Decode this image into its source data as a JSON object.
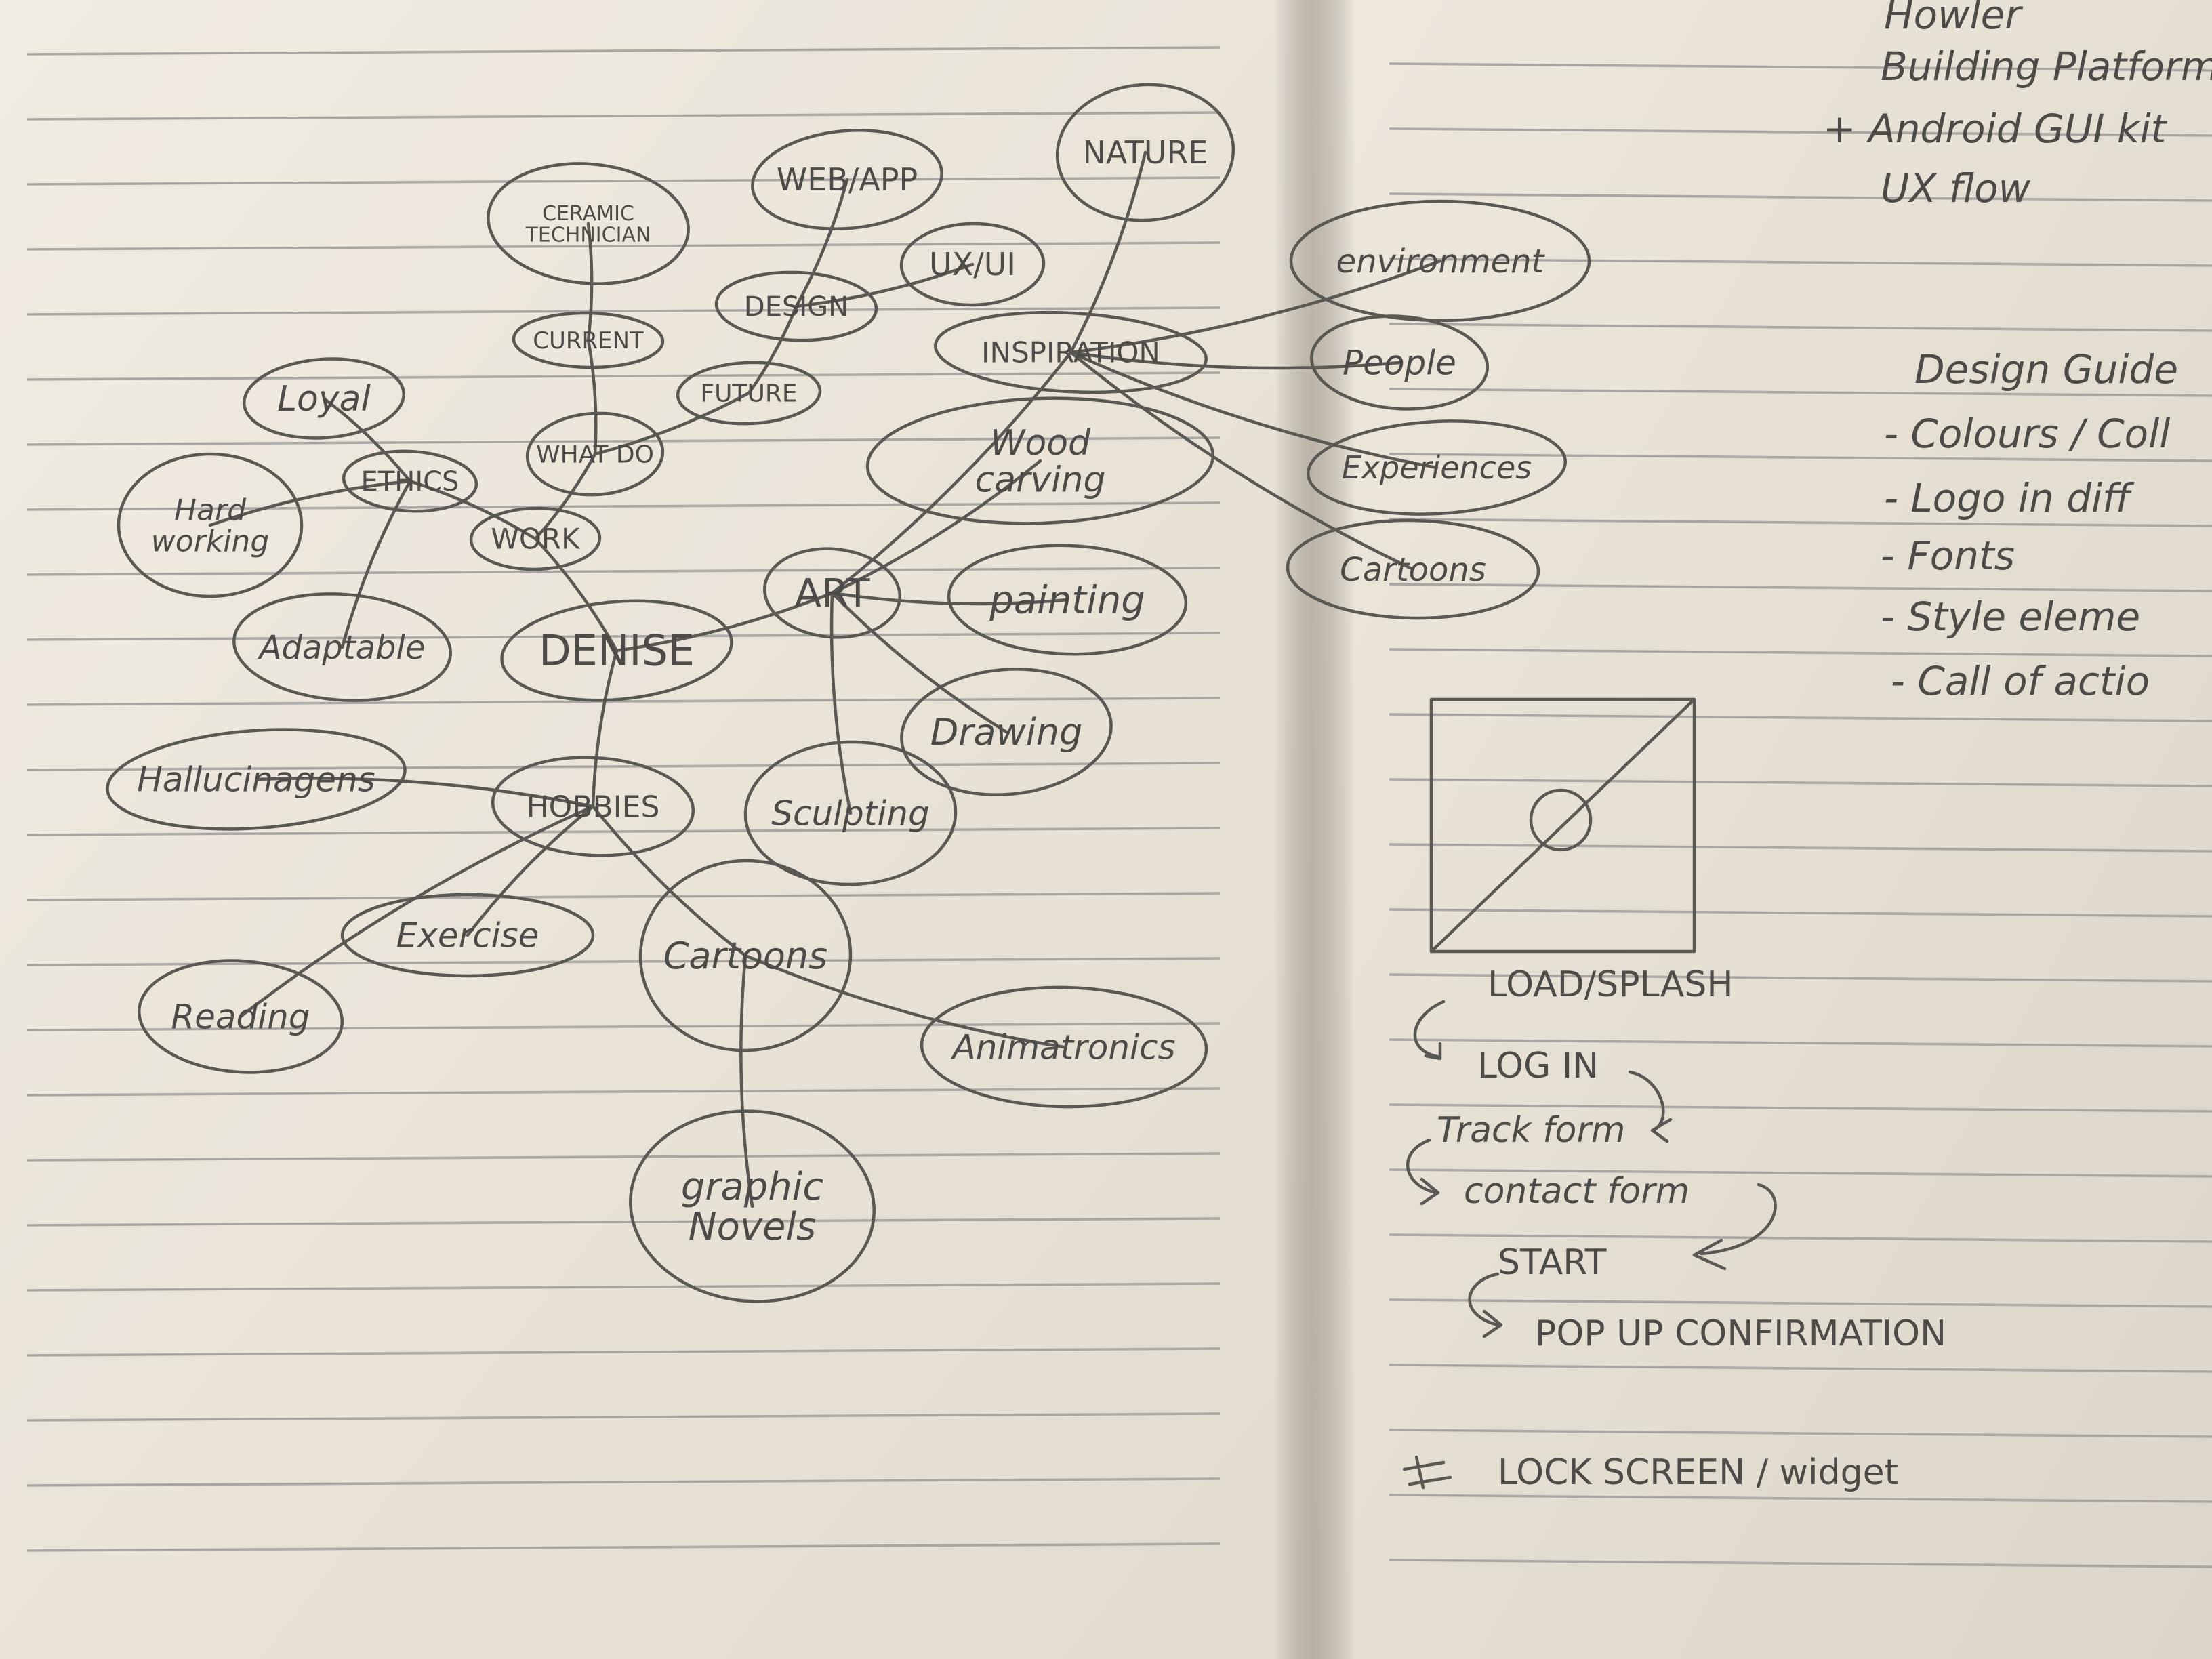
{
  "mind_map": {
    "nodes": [
      {
        "id": "denise",
        "label": "DENISE"
      },
      {
        "id": "work",
        "label": "WORK"
      },
      {
        "id": "ethics",
        "label": "ETHICS"
      },
      {
        "id": "loyal",
        "label": "Loyal"
      },
      {
        "id": "hard_working",
        "label": "Hard working"
      },
      {
        "id": "adaptable",
        "label": "Adaptable"
      },
      {
        "id": "what_do",
        "label": "WHAT DO"
      },
      {
        "id": "current",
        "label": "CURRENT"
      },
      {
        "id": "ceramic",
        "label": "CERAMIC TECHNICIAN"
      },
      {
        "id": "future",
        "label": "FUTURE"
      },
      {
        "id": "design",
        "label": "DESIGN"
      },
      {
        "id": "web_app",
        "label": "WEB/APP"
      },
      {
        "id": "ux_ui",
        "label": "UX/UI"
      },
      {
        "id": "inspiration",
        "label": "INSPIRATION"
      },
      {
        "id": "nature",
        "label": "NATURE"
      },
      {
        "id": "environment",
        "label": "environment"
      },
      {
        "id": "people",
        "label": "People"
      },
      {
        "id": "experiences",
        "label": "Experiences"
      },
      {
        "id": "cartoons_insp",
        "label": "Cartoons"
      },
      {
        "id": "art",
        "label": "ART"
      },
      {
        "id": "wood_carving",
        "label": "Wood carving"
      },
      {
        "id": "painting",
        "label": "painting"
      },
      {
        "id": "drawing",
        "label": "Drawing"
      },
      {
        "id": "sculpting",
        "label": "Sculpting"
      },
      {
        "id": "hobbies",
        "label": "HOBBIES"
      },
      {
        "id": "hallucinogens",
        "label": "Hallucinagens"
      },
      {
        "id": "exercise",
        "label": "Exercise"
      },
      {
        "id": "reading",
        "label": "Reading"
      },
      {
        "id": "cartoons_hobby",
        "label": "Cartoons"
      },
      {
        "id": "animatronics",
        "label": "Animatronics"
      },
      {
        "id": "graphic_novels",
        "label": "graphic Novels"
      }
    ],
    "edges": [
      [
        "denise",
        "work"
      ],
      [
        "work",
        "ethics"
      ],
      [
        "ethics",
        "loyal"
      ],
      [
        "ethics",
        "hard_working"
      ],
      [
        "ethics",
        "adaptable"
      ],
      [
        "work",
        "what_do"
      ],
      [
        "what_do",
        "current"
      ],
      [
        "current",
        "ceramic"
      ],
      [
        "what_do",
        "future"
      ],
      [
        "future",
        "design"
      ],
      [
        "design",
        "web_app"
      ],
      [
        "design",
        "ux_ui"
      ],
      [
        "denise",
        "art"
      ],
      [
        "art",
        "inspiration"
      ],
      [
        "inspiration",
        "nature"
      ],
      [
        "inspiration",
        "environment"
      ],
      [
        "inspiration",
        "people"
      ],
      [
        "inspiration",
        "experiences"
      ],
      [
        "inspiration",
        "cartoons_insp"
      ],
      [
        "art",
        "wood_carving"
      ],
      [
        "art",
        "painting"
      ],
      [
        "art",
        "drawing"
      ],
      [
        "art",
        "sculpting"
      ],
      [
        "denise",
        "hobbies"
      ],
      [
        "hobbies",
        "hallucinogens"
      ],
      [
        "hobbies",
        "exercise"
      ],
      [
        "hobbies",
        "reading"
      ],
      [
        "hobbies",
        "cartoons_hobby"
      ],
      [
        "cartoons_hobby",
        "animatronics"
      ],
      [
        "cartoons_hobby",
        "graphic_novels"
      ]
    ]
  },
  "notes": {
    "howler": "Howler",
    "building_platform": "Building Platform",
    "android_gui_kit": "+ Android GUI kit",
    "ux_flow": "UX flow",
    "design_guide": "Design Guide",
    "colours": "- Colours / Coll",
    "logo": "- Logo in diff",
    "fonts": "- Fonts",
    "style_elements": "- Style eleme",
    "call_of_action": "- Call of actio"
  },
  "flow": {
    "load_splash": "LOAD/SPLASH",
    "log_in": "LOG IN",
    "track_form": "Track form",
    "contact_form": "contact form",
    "start": "START",
    "popup_confirmation": "POP UP CONFIRMATION",
    "lock_screen": "LOCK SCREEN / widget"
  },
  "colors": {
    "paper": "#efe9de",
    "pencil": "#5a5853",
    "rule_line": "#a9a7a4"
  }
}
